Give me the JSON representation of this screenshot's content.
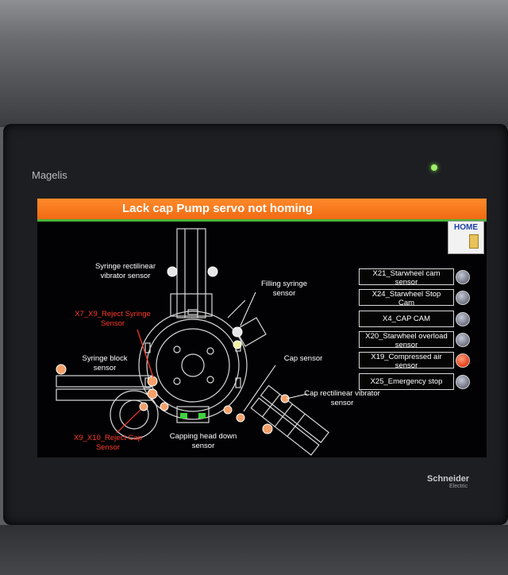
{
  "brand": {
    "model": "Magelis",
    "maker": "Schneider",
    "maker_sub": "Electric"
  },
  "alarm": {
    "text": "Lack cap  Pump servo not homing"
  },
  "home_button": {
    "label": "HOME"
  },
  "labels": {
    "syringe_rectilinear": [
      "Syringe rectilinear",
      "vibrator sensor"
    ],
    "filling_syringe": [
      "Filling syringe",
      "sensor"
    ],
    "x7_x9_reject": [
      "X7_X9_Reject Syringe",
      "Sensor"
    ],
    "syringe_block": [
      "Syringe block",
      "sensor"
    ],
    "cap_sensor": "Cap sensor",
    "cap_rectilinear": [
      "Cap rectilinear vibrator",
      "sensor"
    ],
    "x9_x10_reject": [
      "X9_X10_Reject Cap",
      "Sensor"
    ],
    "capping_head": [
      "Capping head down",
      "sensor"
    ]
  },
  "io_status": [
    {
      "lines": [
        "X21_Starwheel cam",
        "sensor"
      ],
      "active": false
    },
    {
      "lines": [
        "X24_Starwheel Stop",
        "Cam"
      ],
      "active": false
    },
    {
      "lines": [
        "X4_CAP CAM"
      ],
      "active": false
    },
    {
      "lines": [
        "X20_Starwheel overload",
        "sensor"
      ],
      "active": false
    },
    {
      "lines": [
        "X19_Compressed air",
        "sensor"
      ],
      "active": true
    },
    {
      "lines": [
        "X25_Emergency stop"
      ],
      "active": false
    }
  ],
  "colors": {
    "alarm_bg": "#f06a14",
    "alarm_border": "#49b23a",
    "active_lamp": "#e2401a",
    "reject_label": "#ff3a2a",
    "led": "#9df06a"
  }
}
